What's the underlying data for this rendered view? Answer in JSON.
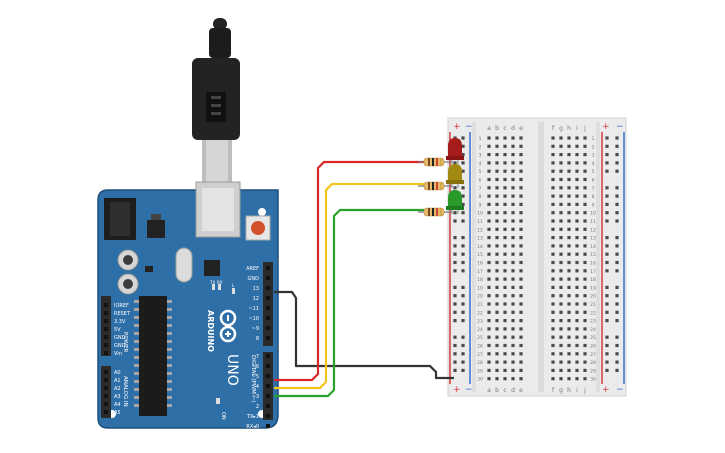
{
  "colors": {
    "board": "#2f6fa7",
    "board_dark": "#24598a",
    "header": "#2b2b2b",
    "breadboard": "#e9e9e9",
    "wire_red": "#d62828",
    "wire_yellow": "#f0c419",
    "wire_green": "#2aa12a",
    "wire_black": "#333333",
    "led_red": "#a61b1b",
    "led_yellow": "#a28a12",
    "led_green": "#2a9a2a",
    "rail_red": "#d43a3a",
    "rail_blue": "#3b6fd1"
  },
  "arduino": {
    "brand": "ARDUINO",
    "model": "UNO",
    "on_label": "ON",
    "tx_label": "TX",
    "rx_label": "RX",
    "l_label": "L",
    "digital_label": "DIGITAL (PWM ~)",
    "power_label": "POWER",
    "analog_label": "ANALOG IN",
    "top_header_labels": [
      "AREF",
      "GND",
      "13",
      "12",
      "~11",
      "~10",
      "~9",
      "8"
    ],
    "bottom_header_labels": [
      "7",
      "~6",
      "~5",
      "4",
      "~3",
      "2",
      "TX▸1",
      "RX◂0"
    ],
    "power_pins": [
      "IOREF",
      "RESET",
      "3.3V",
      "5V",
      "GND",
      "GND",
      "Vin"
    ],
    "analog_pins": [
      "A0",
      "A1",
      "A2",
      "A3",
      "A4",
      "A5"
    ]
  },
  "breadboard": {
    "column_letters_left": [
      "a",
      "b",
      "c",
      "d",
      "e"
    ],
    "column_letters_right": [
      "f",
      "g",
      "h",
      "i",
      "j"
    ],
    "plus": "+",
    "minus": "−",
    "row_numbers": [
      "1",
      "2",
      "3",
      "4",
      "5",
      "6",
      "7",
      "8",
      "9",
      "10",
      "11",
      "12",
      "13",
      "14",
      "15",
      "16",
      "17",
      "18",
      "19",
      "20",
      "21",
      "22",
      "23",
      "24",
      "25",
      "26",
      "27",
      "28",
      "29",
      "30"
    ]
  }
}
